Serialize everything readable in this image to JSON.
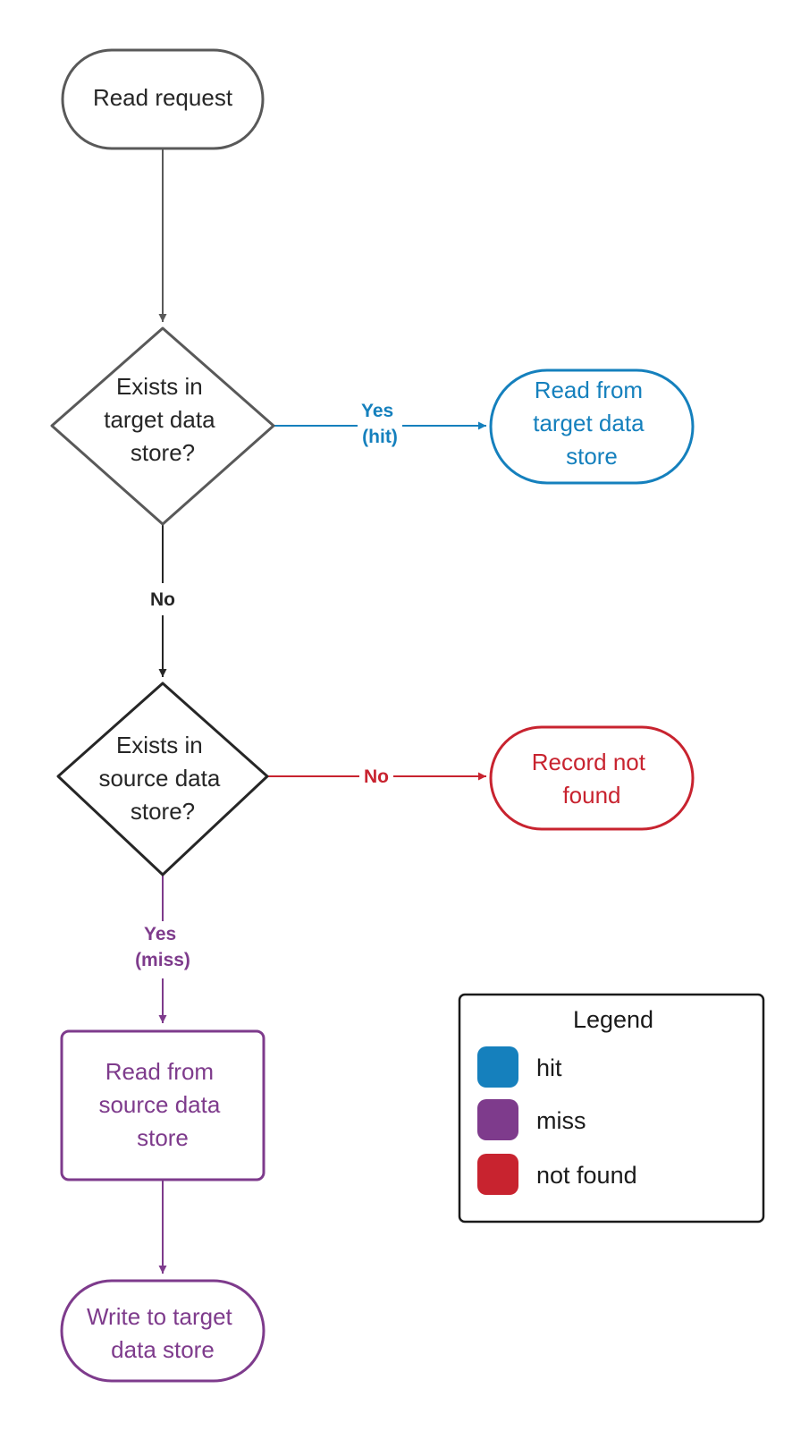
{
  "colors": {
    "neutral": "#595959",
    "dark": "#262626",
    "hit": "#1580bd",
    "miss": "#7e3b8c",
    "not_found": "#c8232f"
  },
  "nodes": {
    "read_request": {
      "lines": [
        "Read request"
      ]
    },
    "target_decision": {
      "lines": [
        "Exists in",
        "target data",
        "store?"
      ]
    },
    "read_target": {
      "lines": [
        "Read from",
        "target data",
        "store"
      ]
    },
    "source_decision": {
      "lines": [
        "Exists in",
        "source data",
        "store?"
      ]
    },
    "record_not_found": {
      "lines": [
        "Record not",
        "found"
      ]
    },
    "read_source": {
      "lines": [
        "Read from",
        "source data",
        "store"
      ]
    },
    "write_target": {
      "lines": [
        "Write to target",
        "data store"
      ]
    }
  },
  "edges": {
    "yes_hit": {
      "lines": [
        "Yes",
        "(hit)"
      ]
    },
    "no_target": {
      "lines": [
        "No"
      ]
    },
    "no_source": {
      "lines": [
        "No"
      ]
    },
    "yes_miss": {
      "lines": [
        "Yes",
        "(miss)"
      ]
    }
  },
  "legend": {
    "title": "Legend",
    "items": [
      {
        "label": "hit",
        "color": "#1580bd"
      },
      {
        "label": "miss",
        "color": "#7e3b8c"
      },
      {
        "label": "not found",
        "color": "#c8232f"
      }
    ]
  }
}
